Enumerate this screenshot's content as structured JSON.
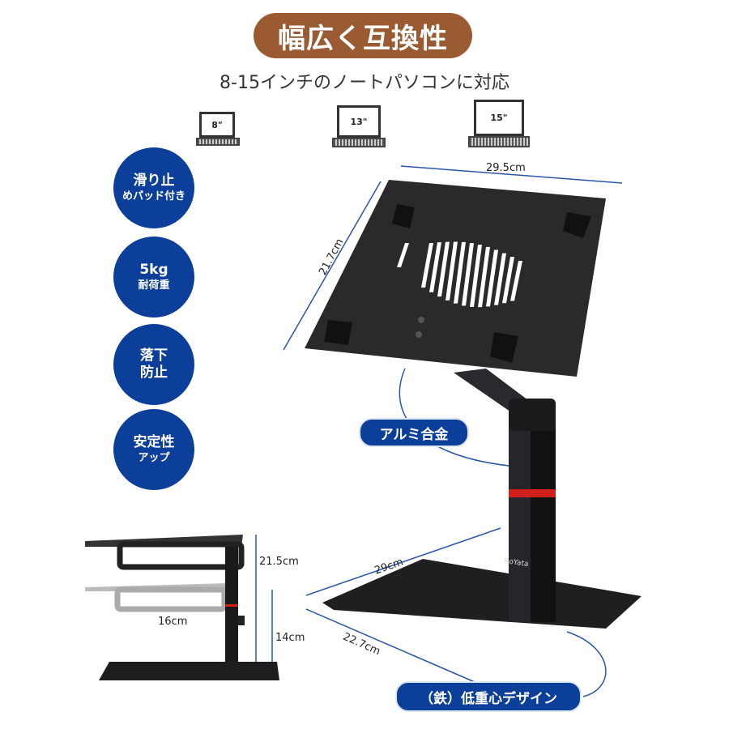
{
  "header": {
    "title": "幅広く互換性",
    "subtitle": "8-15インチのノートパソコンに対応"
  },
  "laptops": [
    {
      "size": "8\""
    },
    {
      "size": "13\""
    },
    {
      "size": "15\""
    }
  ],
  "features": [
    {
      "line1": "滑り止",
      "line2": "めパッド付き"
    },
    {
      "line1": "5kg",
      "line2": "耐荷重"
    },
    {
      "line1": "落下",
      "line2": "防止"
    },
    {
      "line1": "安定性",
      "line2": "アップ"
    }
  ],
  "dimensions": {
    "tray_width": "29.5cm",
    "tray_depth": "21.7cm",
    "base_width": "29cm",
    "base_depth": "22.7cm",
    "max_height": "21.5cm",
    "min_height": "14cm",
    "arm_reach": "16cm"
  },
  "labels": {
    "material_arm": "アルミ合金",
    "material_base": "（鉄）低重心デザイン",
    "brand": "BoYata"
  },
  "colors": {
    "title_brown": "#9b5b32",
    "badge_blue": "#0b3f99",
    "accent_red": "#d0201c",
    "stand_black": "#1e1e20"
  }
}
